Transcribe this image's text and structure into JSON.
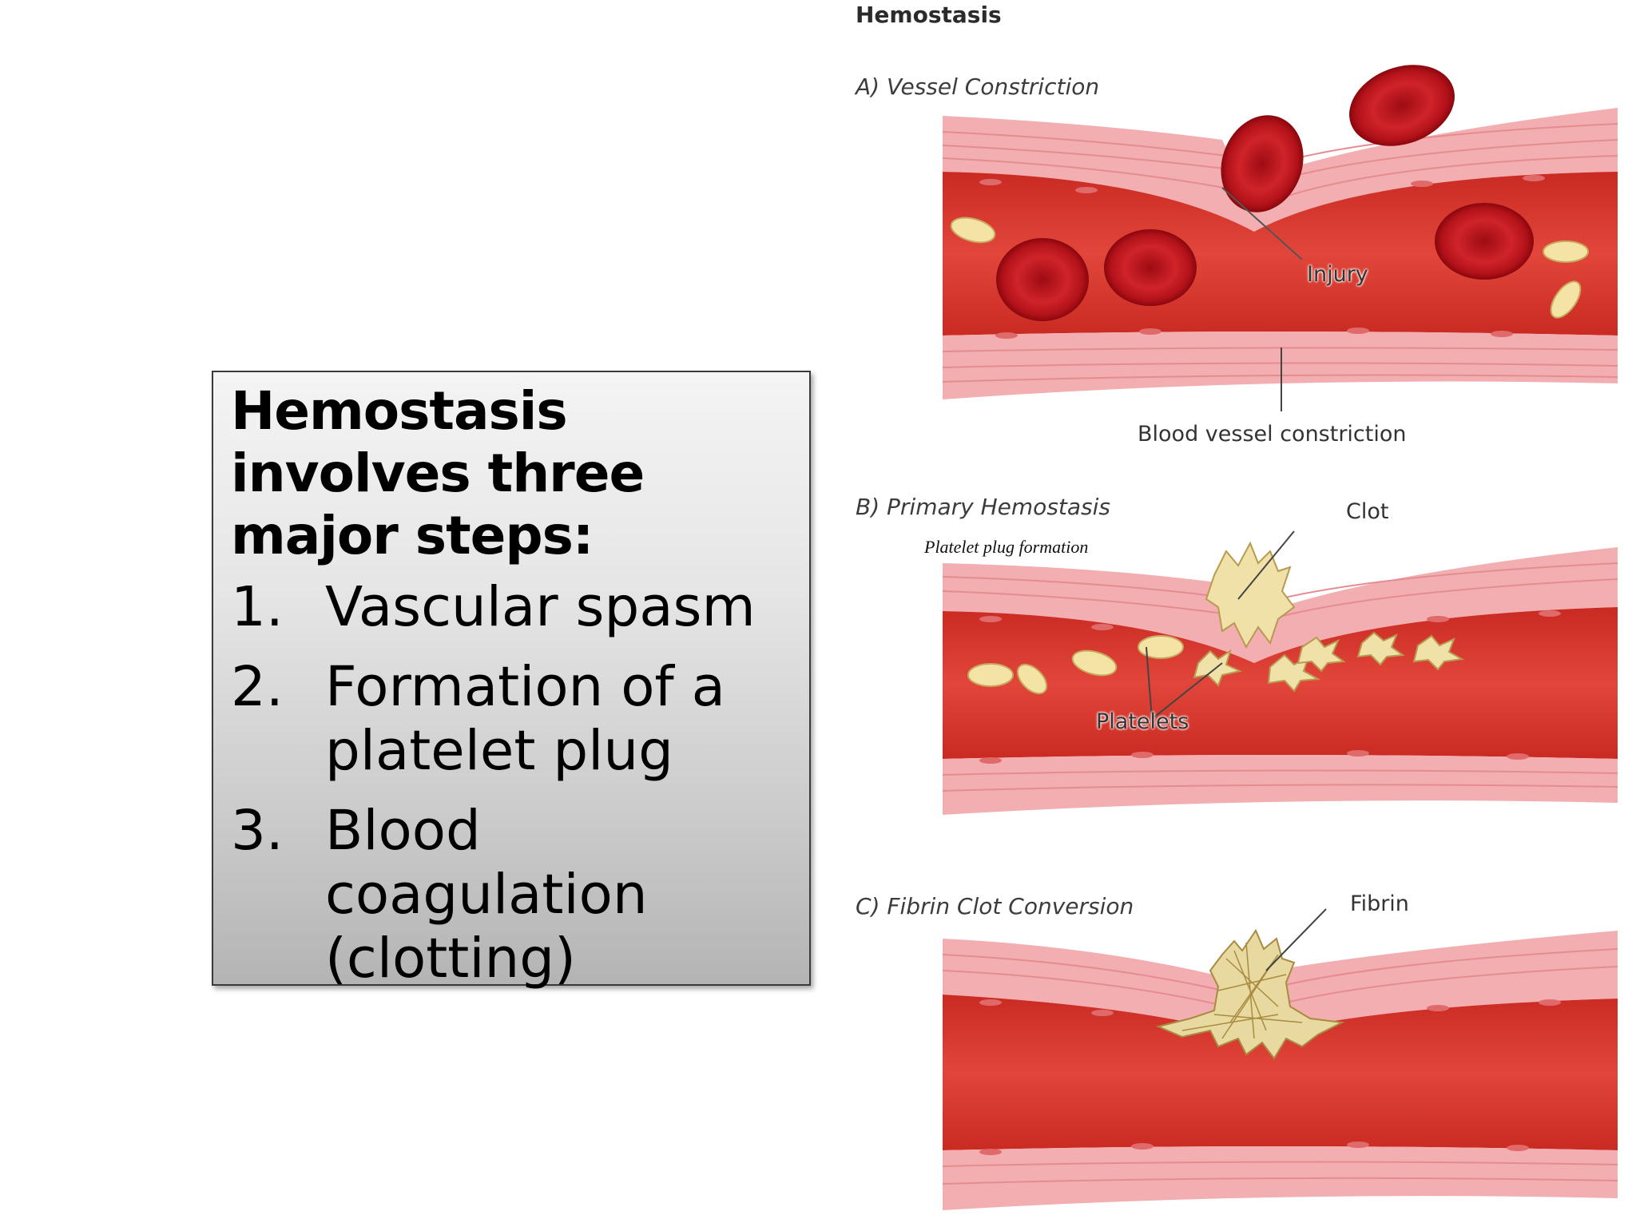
{
  "textbox": {
    "heading": "Hemostasis involves three major steps:",
    "steps": [
      {
        "number": "1.",
        "text": "Vascular spasm"
      },
      {
        "number": "2.",
        "text": "Formation of a platelet plug"
      },
      {
        "number": "3.",
        "text": "Blood coagulation (clotting)"
      }
    ]
  },
  "figure": {
    "title": "Hemostasis",
    "panels": [
      {
        "label": "A) Vessel Constriction",
        "callouts": [
          "Injury",
          "Blood vessel constriction"
        ]
      },
      {
        "label": "B) Primary Hemostasis",
        "note": "Platelet plug formation",
        "callouts": [
          "Clot",
          "Platelets"
        ]
      },
      {
        "label": "C) Fibrin Clot Conversion",
        "callouts": [
          "Fibrin"
        ]
      }
    ]
  },
  "colors": {
    "lumen": "#d9382a",
    "wall": "#f2aeb0",
    "red_cell": "#c8141c",
    "platelet": "#f3e4a6",
    "clot": "#e8d9a0"
  }
}
